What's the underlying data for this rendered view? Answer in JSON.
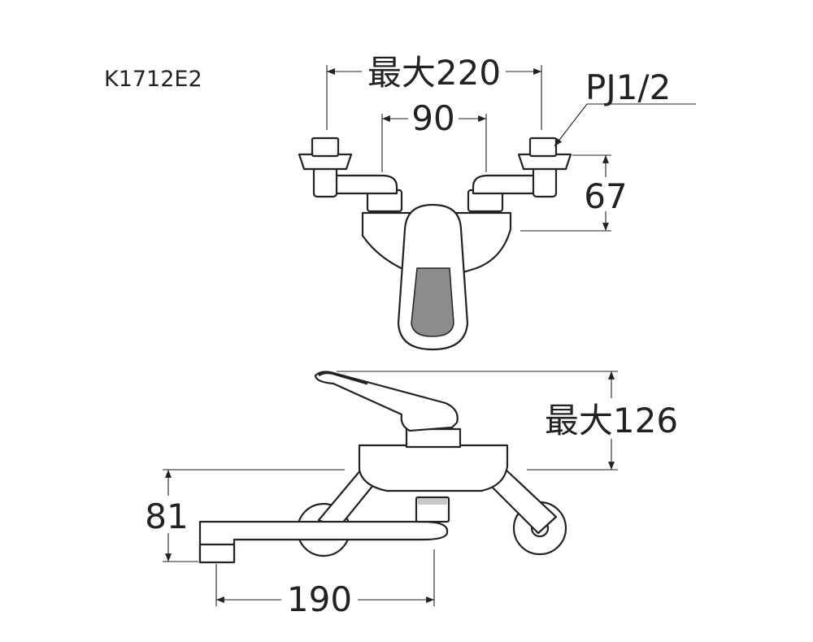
{
  "model": "K1712E2",
  "dimensions": {
    "max_width": "最大220",
    "center_distance": "90",
    "thread": "PJ1/2",
    "height_67": "67",
    "max_height": "最大126",
    "spout_height": "81",
    "spout_reach": "190"
  }
}
